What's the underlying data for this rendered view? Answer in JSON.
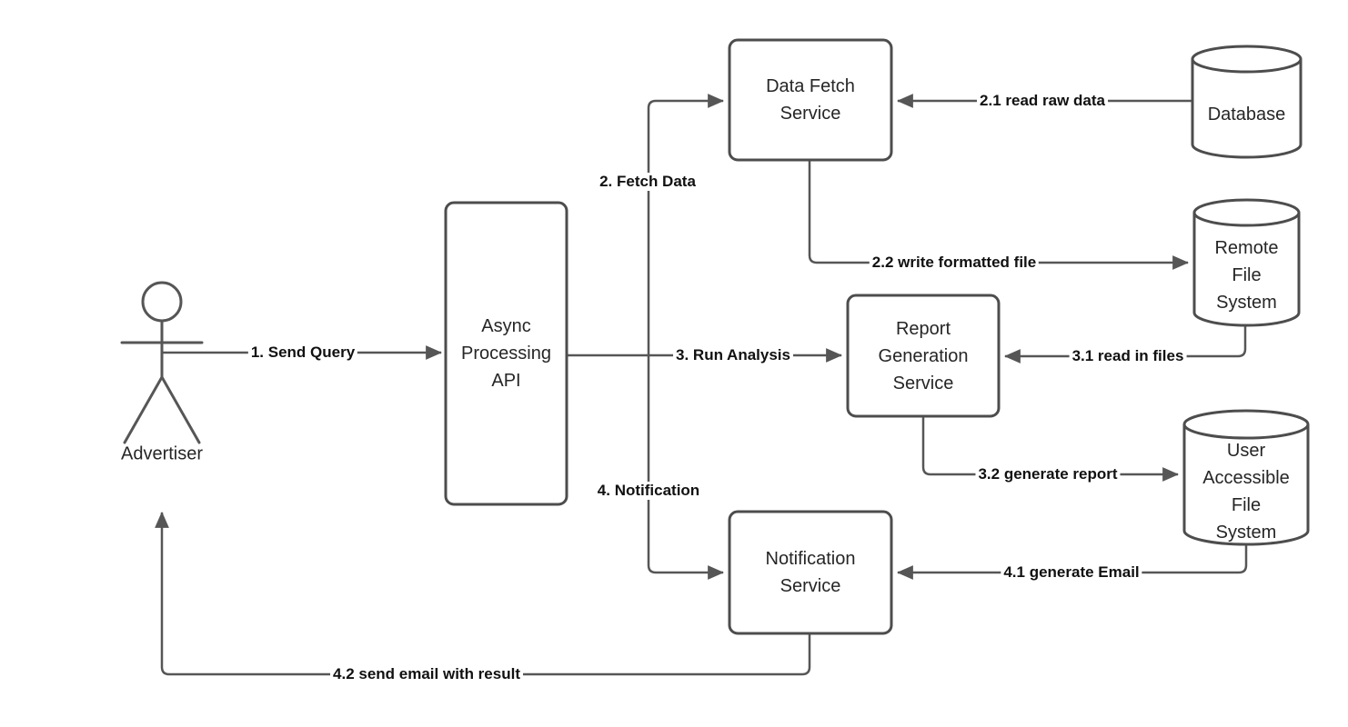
{
  "actor": {
    "label": "Advertiser"
  },
  "nodes": {
    "async_api": {
      "label": "Async\nProcessing\nAPI"
    },
    "data_fetch": {
      "label": "Data Fetch\nService"
    },
    "report_gen": {
      "label": "Report\nGeneration\nService"
    },
    "notification": {
      "label": "Notification\nService"
    },
    "database": {
      "label": "Database"
    },
    "remote_fs": {
      "label": "Remote\nFile\nSystem"
    },
    "user_fs": {
      "label": "User\nAccessible\nFile\nSystem"
    }
  },
  "edges": {
    "send_query": "1. Send Query",
    "fetch_data": "2. Fetch Data",
    "read_raw_data": "2.1 read raw data",
    "write_formatted_file": "2.2 write formatted file",
    "run_analysis": "3. Run Analysis",
    "read_in_files": "3.1 read in files",
    "generate_report": "3.2 generate report",
    "notification": "4. Notification",
    "generate_email": "4.1 generate Email",
    "send_email_with_result": "4.2 send email with result"
  },
  "colors": {
    "shape_stroke": "#4d4d4d",
    "line_stroke": "#565656",
    "node_text": "#262626",
    "edge_label_text": "#111111",
    "background": "#ffffff"
  }
}
